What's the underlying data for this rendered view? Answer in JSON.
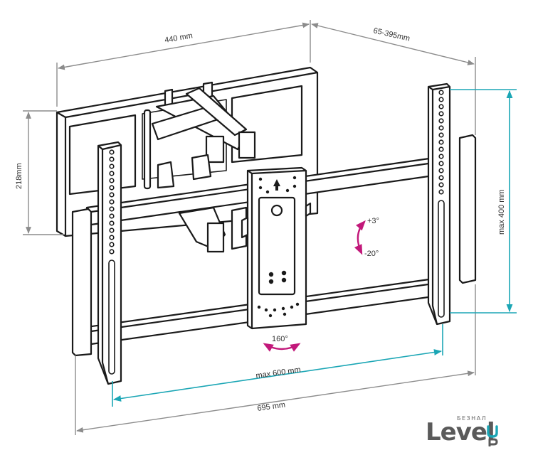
{
  "dimensions": {
    "top_width": "440 mm",
    "depth": "65-395mm",
    "left_height": "218mm",
    "right_height": "max 400 mm",
    "inner_width": "max 600 mm",
    "outer_width": "695 mm"
  },
  "rotation": {
    "tilt_up": "+3°",
    "tilt_down": "-20°",
    "swivel": "160°"
  },
  "logo": {
    "small_text": "БЕЗНАЛ",
    "main_text": "Level",
    "up_text": "UP"
  },
  "colors": {
    "line": "#1a1a1a",
    "dimension": "#8c8c8c",
    "teal": "#1ba6b5",
    "magenta": "#c2187a"
  }
}
